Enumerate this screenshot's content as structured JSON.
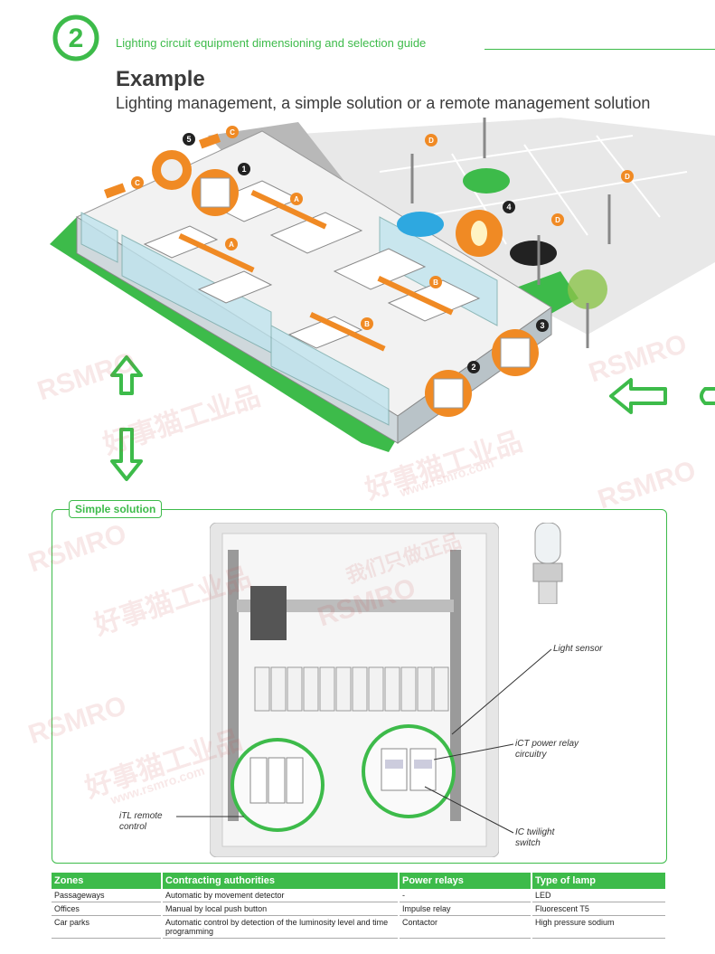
{
  "header": {
    "chapter_number": "2",
    "guide_title": "Lighting circuit equipment dimensioning and selection guide",
    "title": "Example",
    "subtitle": "Lighting management, a simple solution or a remote management solution"
  },
  "illustration": {
    "markers_letters": [
      "A",
      "A",
      "A",
      "B",
      "B",
      "C",
      "C",
      "D",
      "D",
      "D"
    ],
    "markers_numbers": [
      "1",
      "2",
      "3",
      "4",
      "5"
    ]
  },
  "panel": {
    "tab_label": "Simple solution",
    "callouts": {
      "light_sensor": "Light sensor",
      "ict_power_relay": "iCT power relay circuitry",
      "itl_remote": "iTL remote control",
      "ic_twilight": "IC twilight switch"
    }
  },
  "table": {
    "headers": [
      "Zones",
      "Contracting authorities",
      "Power relays",
      "Type of lamp"
    ],
    "rows": [
      [
        "Passageways",
        "Automatic by movement detector",
        "-",
        "LED"
      ],
      [
        "Offices",
        "Manual by local push button",
        "Impulse relay",
        "Fluorescent T5"
      ],
      [
        "Car parks",
        "Automatic control by detection of the luminosity level and time programming",
        "Contactor",
        "High pressure sodium"
      ]
    ]
  },
  "watermark": {
    "brand": "RSMRO",
    "cn_line": "好事猫工业品",
    "cn_small": "我们只做正品",
    "url": "www.rsmro.com"
  },
  "colors": {
    "accent": "#3dbb4a",
    "marker_orange": "#f08a24",
    "text_dark": "#3b3b3b"
  }
}
